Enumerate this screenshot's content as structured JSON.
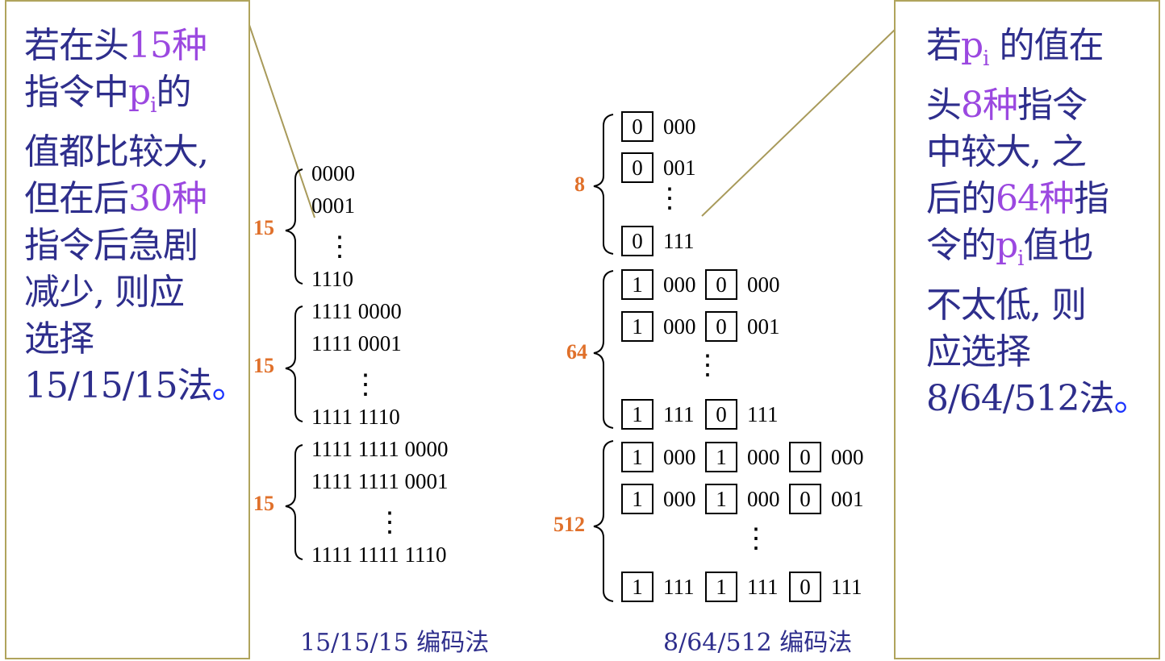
{
  "left_note": {
    "lines": [
      {
        "a": "若在头",
        "b": "15种",
        "c": ""
      },
      {
        "a": "指令中",
        "pi": "p",
        "sub": "i",
        "c": "的"
      },
      {
        "a": "值都比较大,",
        "b": "",
        "c": ""
      },
      {
        "a": "但在后",
        "b": "30种",
        "c": ""
      },
      {
        "a": "指令后急剧",
        "b": "",
        "c": ""
      },
      {
        "a": "减少, 则应",
        "b": "",
        "c": ""
      },
      {
        "a": "选择",
        "b": "",
        "c": ""
      },
      {
        "a": "15/15/15法",
        "b": "",
        "dot": "。"
      }
    ]
  },
  "right_note": {
    "lines": [
      {
        "a": "若",
        "pi": "p",
        "sub": "i",
        "c": " 的值在"
      },
      {
        "a": "头",
        "b": "8种",
        "c": "指令"
      },
      {
        "a": "中较大, 之",
        "b": "",
        "c": ""
      },
      {
        "a": "后的",
        "b": "64种",
        "c": "指"
      },
      {
        "a": "令的",
        "pi": "p",
        "sub": "i",
        "c": "值也"
      },
      {
        "a": "不太低, 则",
        "b": "",
        "c": ""
      },
      {
        "a": "应选择",
        "b": "",
        "c": ""
      },
      {
        "a": "8/64/512法",
        "b": "",
        "dot": "。"
      }
    ]
  },
  "scheme_15": {
    "caption": "15/15/15 编码法",
    "groups": [
      {
        "label": "15",
        "first": [
          "0000",
          "0001"
        ],
        "dots": "⋮",
        "last": "1110"
      },
      {
        "label": "15",
        "first": [
          "1111 0000",
          "1111 0001"
        ],
        "dots": "⋮",
        "last": "1111 1110"
      },
      {
        "label": "15",
        "first": [
          "1111 1111 0000",
          "1111 1111 0001"
        ],
        "dots": "⋮",
        "last": "1111 1111 1110"
      }
    ]
  },
  "scheme_8": {
    "caption": "8/64/512 编码法",
    "groups": [
      {
        "label": "8",
        "rows": [
          [
            {
              "box": "0",
              "t": "000"
            }
          ],
          [
            {
              "box": "0",
              "t": "001"
            }
          ],
          "dots",
          [
            {
              "box": "0",
              "t": "111"
            }
          ]
        ]
      },
      {
        "label": "64",
        "rows": [
          [
            {
              "box": "1",
              "t": "000"
            },
            {
              "box": "0",
              "t": "000"
            }
          ],
          [
            {
              "box": "1",
              "t": "000"
            },
            {
              "box": "0",
              "t": "001"
            }
          ],
          "dots",
          [
            {
              "box": "1",
              "t": "111"
            },
            {
              "box": "0",
              "t": "111"
            }
          ]
        ]
      },
      {
        "label": "512",
        "rows": [
          [
            {
              "box": "1",
              "t": "000"
            },
            {
              "box": "1",
              "t": "000"
            },
            {
              "box": "0",
              "t": "000"
            }
          ],
          [
            {
              "box": "1",
              "t": "000"
            },
            {
              "box": "1",
              "t": "000"
            },
            {
              "box": "0",
              "t": "001"
            }
          ],
          "dots",
          [
            {
              "box": "1",
              "t": "111"
            },
            {
              "box": "1",
              "t": "111"
            },
            {
              "box": "0",
              "t": "111"
            }
          ]
        ]
      }
    ]
  },
  "colors": {
    "note_text": "#2e2e8c",
    "highlight": "#9b48e0",
    "group_label": "#e0702a",
    "border": "#b0a45c"
  }
}
